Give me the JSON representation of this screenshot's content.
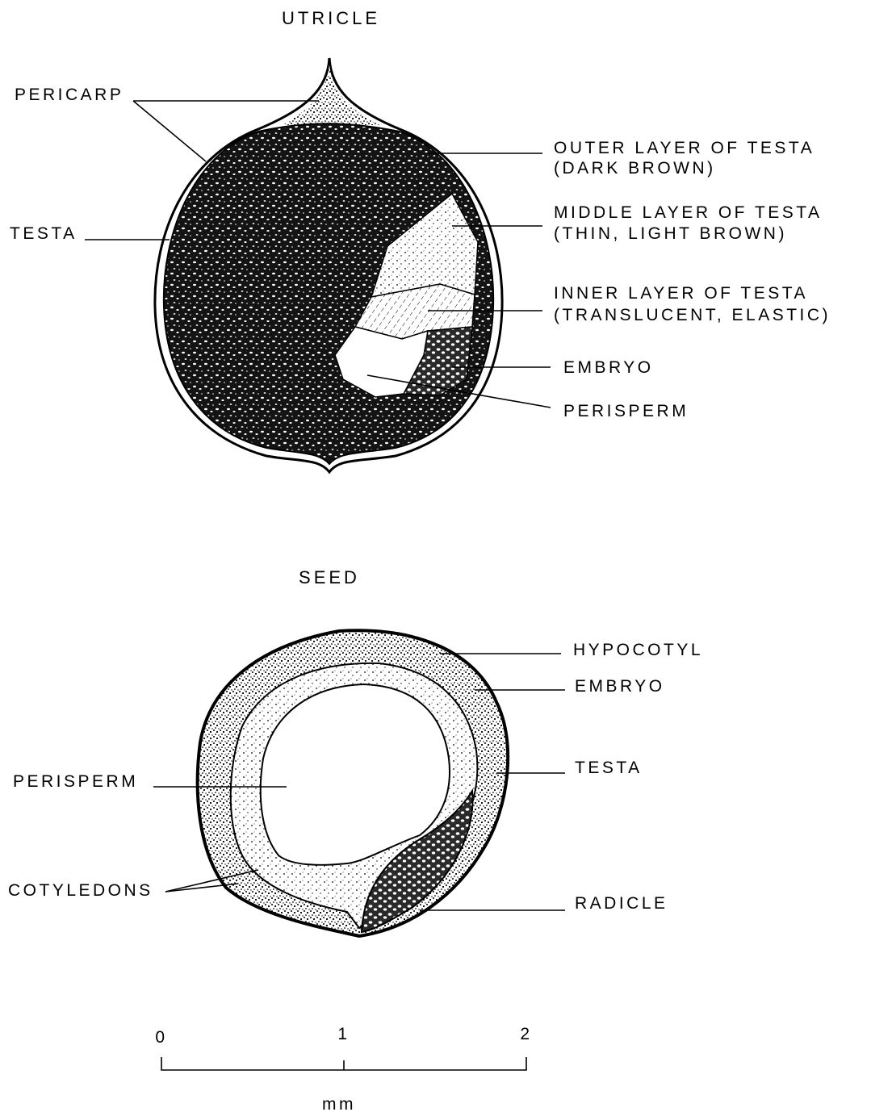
{
  "utricle": {
    "title": "UTRICLE",
    "labels": {
      "pericarp": "PERICARP",
      "testa": "TESTA",
      "outer_1": "OUTER LAYER OF TESTA",
      "outer_2": "(DARK BROWN)",
      "middle_1": "MIDDLE LAYER OF TESTA",
      "middle_2": "(THIN, LIGHT BROWN)",
      "inner_1": "INNER LAYER OF TESTA",
      "inner_2": "(TRANSLUCENT, ELASTIC)",
      "embryo": "EMBRYO",
      "perisperm": "PERISPERM"
    }
  },
  "seed": {
    "title": "SEED",
    "labels": {
      "hypocotyl": "HYPOCOTYL",
      "embryo": "EMBRYO",
      "testa": "TESTA",
      "perisperm": "PERISPERM",
      "cotyledons": "COTYLEDONS",
      "radicle": "RADICLE"
    }
  },
  "scale_bar": {
    "ticks": [
      "0",
      "1",
      "2"
    ],
    "unit": "mm"
  }
}
